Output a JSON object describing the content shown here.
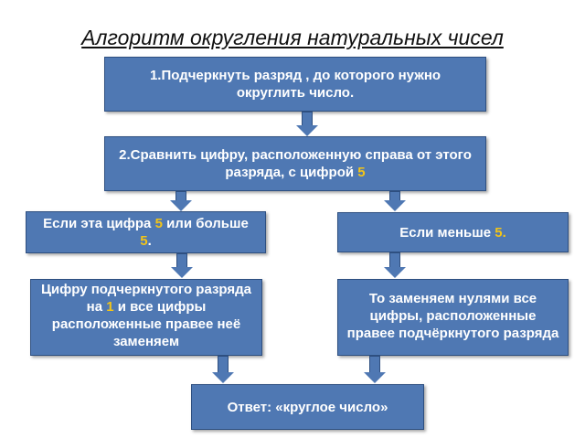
{
  "title": "Алгоритм округления натуральных чисел",
  "colors": {
    "box_fill": "#4f78b3",
    "box_border": "#2e4f80",
    "highlight": "#f2c418",
    "text": "#ffffff"
  },
  "step1": {
    "text": "1.Подчеркнуть разряд , до которого нужно округлить число."
  },
  "step2": {
    "text_before": "2.Сравнить цифру, расположенную справа от этого разряда, с  цифрой ",
    "highlight": "5"
  },
  "left_condition": {
    "text_before": "Если эта цифра ",
    "highlight1": "5",
    "text_middle": " или больше ",
    "highlight2": "5",
    "text_after": "."
  },
  "right_condition": {
    "text_before": "Если меньше ",
    "highlight": "5",
    "text_after": "."
  },
  "left_action": {
    "text_before": "Цифру подчеркнутого разряда на ",
    "highlight": "1",
    "text_after": " и все цифры расположенные правее неё заменяем"
  },
  "right_action": {
    "text": "То заменяем нулями все цифры, расположенные правее подчёркнутого разряда"
  },
  "answer": {
    "text": "Ответ: «круглое число»"
  }
}
